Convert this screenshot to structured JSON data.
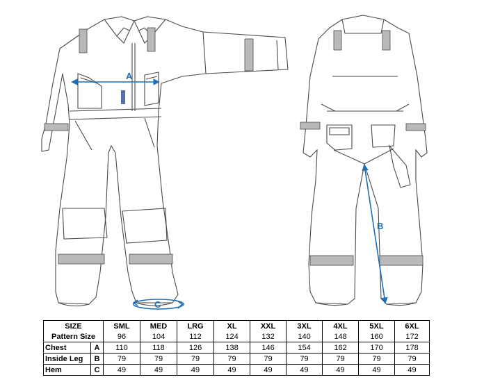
{
  "annotations": {
    "a": "A",
    "b": "B",
    "c": "C"
  },
  "colors": {
    "line": "#4a4a4a",
    "reflective": "#b9b9b9",
    "measure": "#1f6fb2"
  },
  "table": {
    "size_header": "SIZE",
    "pattern_header": "Pattern  Size",
    "sizes": [
      "SML",
      "MED",
      "LRG",
      "XL",
      "XXL",
      "3XL",
      "4XL",
      "5XL",
      "6XL"
    ],
    "pattern_sizes": [
      "96",
      "104",
      "112",
      "124",
      "132",
      "140",
      "148",
      "160",
      "172"
    ],
    "rows": [
      {
        "label": "Chest",
        "code": "A",
        "values": [
          "110",
          "118",
          "126",
          "138",
          "146",
          "154",
          "162",
          "170",
          "178"
        ]
      },
      {
        "label": "Inside  Leg",
        "code": "B",
        "values": [
          "79",
          "79",
          "79",
          "79",
          "79",
          "79",
          "79",
          "79",
          "79"
        ]
      },
      {
        "label": "Hem",
        "code": "C",
        "values": [
          "49",
          "49",
          "49",
          "49",
          "49",
          "49",
          "49",
          "49",
          "49"
        ]
      }
    ]
  }
}
